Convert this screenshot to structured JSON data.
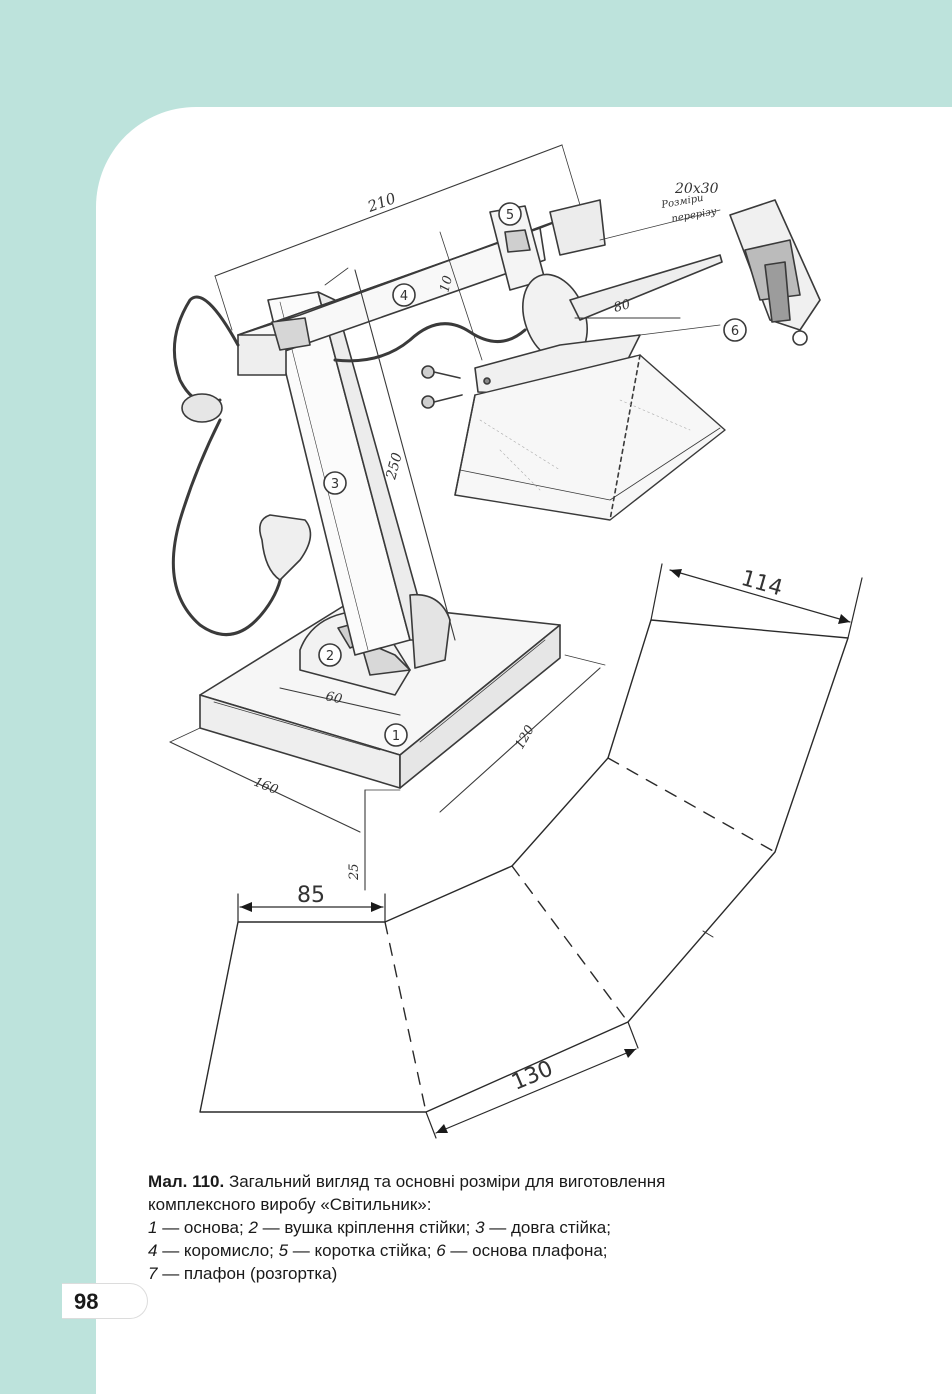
{
  "page_number": "98",
  "drawing": {
    "dims": {
      "len_210": "210",
      "sect_20x30": "20x30",
      "sect_note_1": "Розміри",
      "sect_note_2": "перерізу",
      "len_10": "10",
      "len_80": "80",
      "len_250": "250",
      "len_60": "60",
      "len_160": "160",
      "len_120": "120",
      "len_25": "25"
    },
    "parts": [
      "1",
      "2",
      "3",
      "4",
      "5",
      "6"
    ]
  },
  "development": {
    "dim_114": "114",
    "dim_85": "85",
    "dim_130": "130"
  },
  "caption": {
    "fig_label": "Мал. 110.",
    "title_rest": " Загальний вигляд та основні розміри для виготовлення",
    "title_line2": "комплексного виробу «Світильник»:",
    "items": [
      {
        "num": "1",
        "text": " — основа; "
      },
      {
        "num": "2",
        "text": " — вушка кріплення стійки; "
      },
      {
        "num": "3",
        "text": " — довга стійка;"
      },
      {
        "num": "4",
        "text": " — коромисло; "
      },
      {
        "num": "5",
        "text": " — коротка стійка; "
      },
      {
        "num": "6",
        "text": " — основа плафона;"
      },
      {
        "num": "7",
        "text": " — плафон (розгортка)"
      }
    ]
  }
}
